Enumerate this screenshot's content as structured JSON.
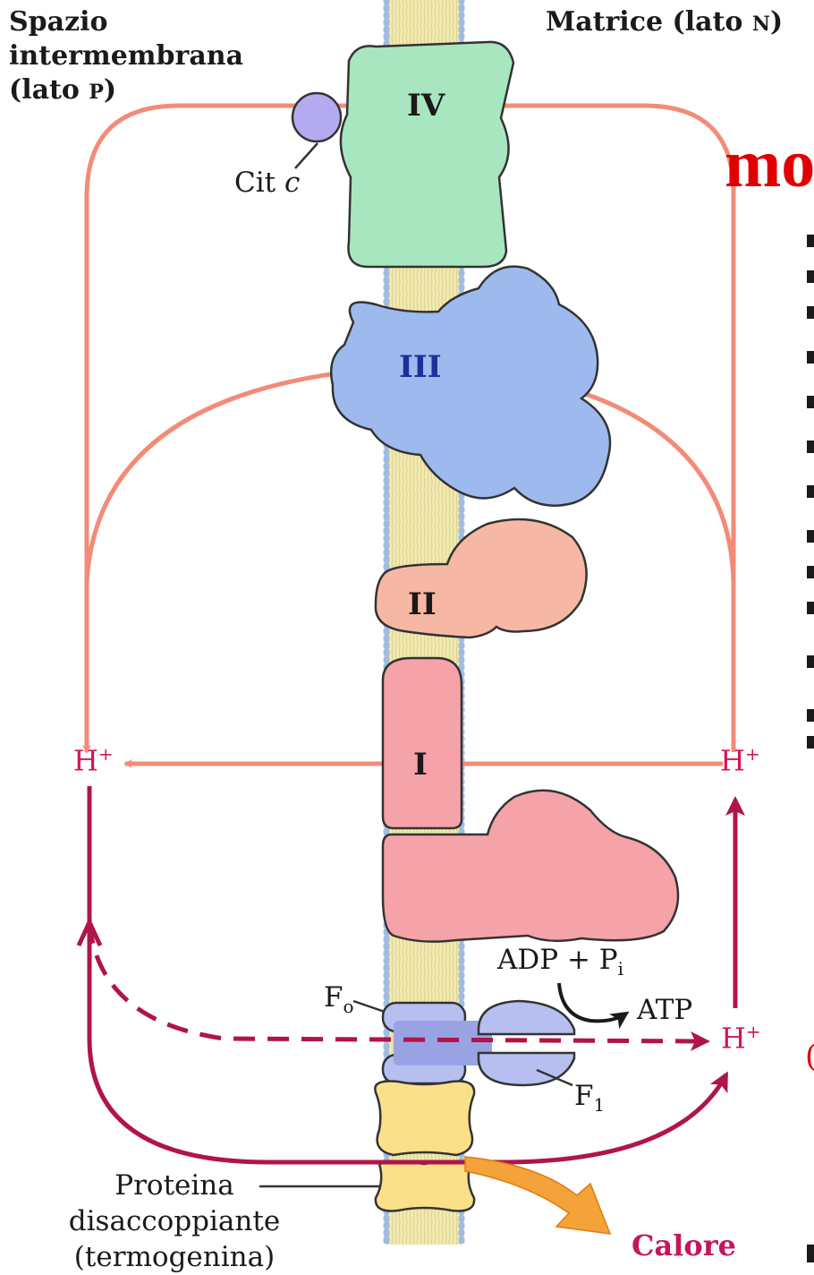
{
  "labels": {
    "intermembrane_line1": "Spazio",
    "intermembrane_line2": "intermembrana",
    "intermembrane_line3_prefix": "(lato ",
    "intermembrane_side": "P",
    "intermembrane_line3_suffix": ")",
    "matrix_prefix": "Matrice (lato ",
    "matrix_side": "N",
    "matrix_suffix": ")",
    "complex_iv": "IV",
    "complex_iii": "III",
    "complex_ii": "II",
    "complex_i": "I",
    "cyt_c": "Cit ",
    "cyt_c_italic": "c",
    "proton": "H",
    "proton_charge": "+",
    "adp_pi": "ADP + P",
    "pi_sub": "i",
    "atp": "ATP",
    "fo": "F",
    "fo_sub": "o",
    "f1": "F",
    "f1_sub": "1",
    "uncoupler_line1": "Proteina",
    "uncoupler_line2": "disaccoppiante",
    "uncoupler_line3": "(termogenina)",
    "heat": "Calore",
    "cut_title": "mo",
    "cut_letter": "("
  },
  "colors": {
    "complex_iv": "#a8e6c0",
    "complex_iii": "#9db9ee",
    "complex_ii": "#f6b8a4",
    "complex_i": "#f5a3a8",
    "cyt_c": "#b3aaf0",
    "atp_synthase": "#b6bff0",
    "uncoupler": "#fbe08a",
    "electron_arrow": "#f28b78",
    "proton_arrow": "#b0144a",
    "heat_arrow": "#f4a23a"
  }
}
